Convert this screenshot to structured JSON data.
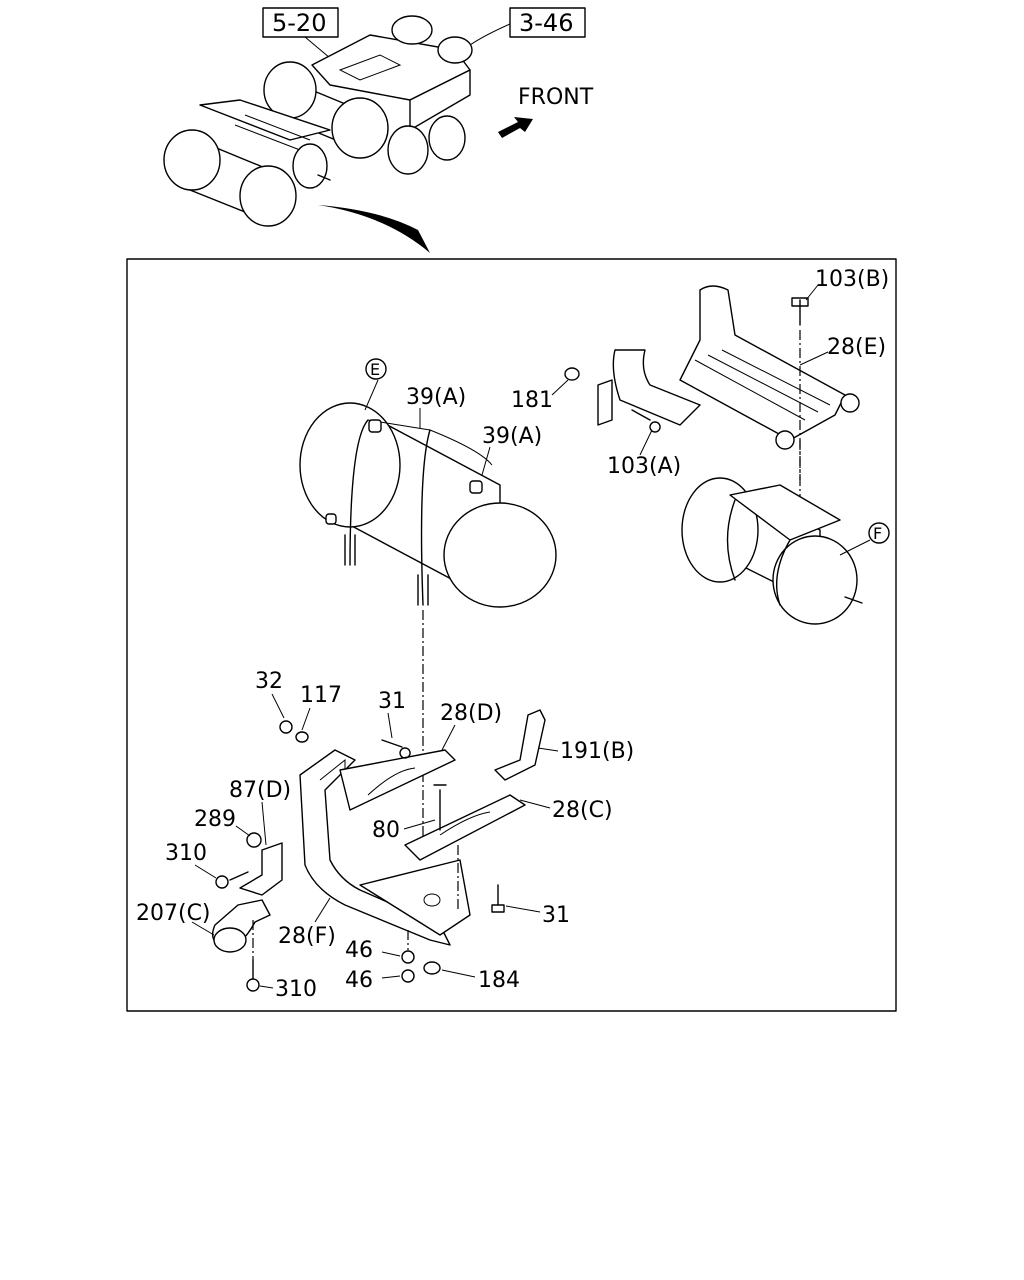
{
  "references": {
    "ref_left": "5-20",
    "ref_right": "3-46"
  },
  "direction": {
    "front_label": "FRONT"
  },
  "circle_markers": {
    "e": "E",
    "f": "F"
  },
  "callouts": {
    "p103b": "103(B)",
    "p28e": "28(E)",
    "p181": "181",
    "p103a": "103(A)",
    "p39a_1": "39(A)",
    "p39a_2": "39(A)",
    "p32": "32",
    "p117": "117",
    "p31_top": "31",
    "p28d": "28(D)",
    "p191b": "191(B)",
    "p87d": "87(D)",
    "p289": "289",
    "p80": "80",
    "p28c": "28(C)",
    "p310_top": "310",
    "p31_bottom": "31",
    "p207c": "207(C)",
    "p28f": "28(F)",
    "p46_top": "46",
    "p46_bottom": "46",
    "p184": "184",
    "p310_bottom": "310"
  }
}
